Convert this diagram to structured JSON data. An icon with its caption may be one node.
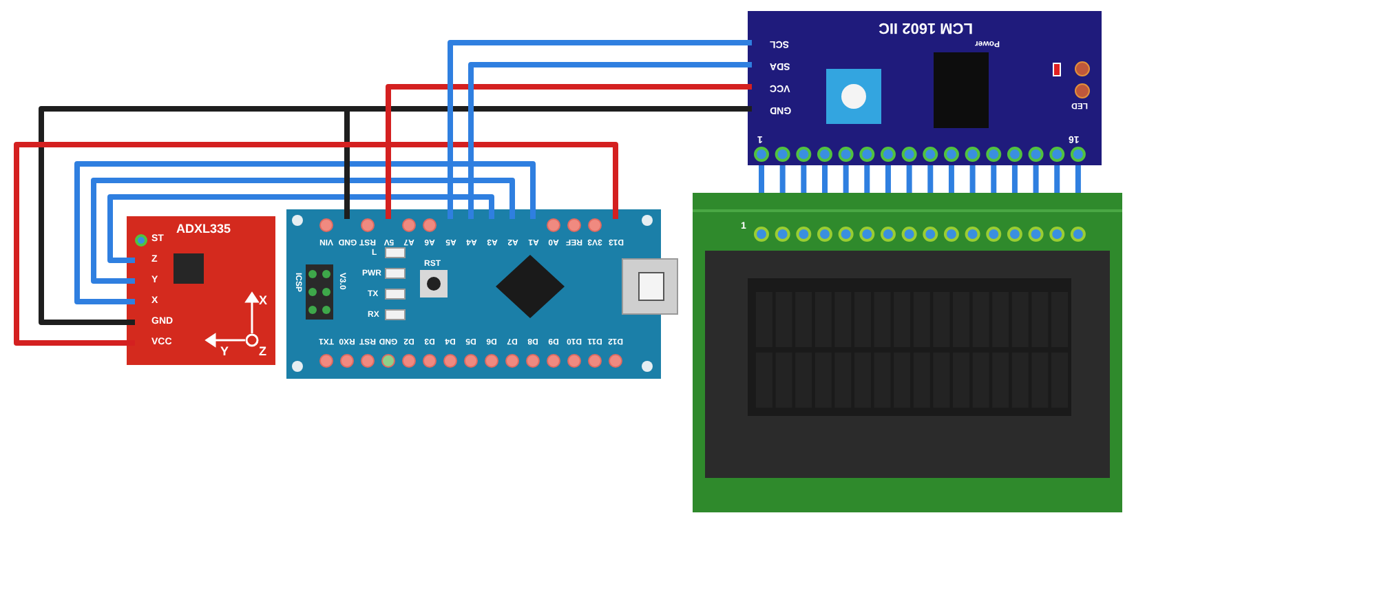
{
  "diagram": {
    "nodes": [
      {
        "text": [
          "ADXL335"
        ]
      },
      {
        "text": [
          "ST"
        ],
        "in": 0
      },
      {
        "text": [
          "Z"
        ],
        "in": 0
      },
      {
        "text": [
          "Y"
        ],
        "in": 0
      },
      {
        "text": [
          "X"
        ],
        "in": 0
      },
      {
        "text": [
          "GND"
        ],
        "in": 0
      },
      {
        "text": [
          "VCC"
        ],
        "in": 0
      },
      {
        "text": [],
        "shape": "box"
      },
      {
        "text": [
          "GND"
        ],
        "in": 7
      },
      {
        "text": [
          "5V"
        ],
        "in": 7
      },
      {
        "text": [
          "A5"
        ],
        "in": 7
      },
      {
        "text": [
          "A4"
        ],
        "in": 7
      },
      {
        "text": [
          "A3"
        ],
        "in": 7
      },
      {
        "text": [
          "A2"
        ],
        "in": 7
      },
      {
        "text": [
          "A1"
        ],
        "in": 7
      },
      {
        "text": [
          "D13"
        ],
        "in": 7
      },
      {
        "text": [
          "LCM 1602 IIC"
        ]
      },
      {
        "text": [
          "SCL"
        ],
        "in": 16
      },
      {
        "text": [
          "SDA"
        ],
        "in": 16
      },
      {
        "text": [
          "VCC"
        ],
        "in": 16
      },
      {
        "text": [
          "GND"
        ],
        "in": 16
      },
      {
        "text": [],
        "shape": "box"
      }
    ],
    "edges": [
      {
        "from": 2,
        "to": 12,
        "arrow": "none"
      },
      {
        "from": 3,
        "to": 13,
        "arrow": "none"
      },
      {
        "from": 4,
        "to": 14,
        "arrow": "none"
      },
      {
        "from": 5,
        "to": 20,
        "arrow": "none",
        "color": "#1e1e1e"
      },
      {
        "from": 8,
        "to": 20,
        "arrow": "none",
        "color": "#1e1e1e"
      },
      {
        "from": 6,
        "to": 15,
        "arrow": "none",
        "color": "#d42020"
      },
      {
        "from": 9,
        "to": 19,
        "arrow": "none",
        "color": "#d42020"
      },
      {
        "from": 10,
        "to": 17,
        "arrow": "none"
      },
      {
        "from": 11,
        "to": 18,
        "arrow": "none"
      },
      {
        "from": 16,
        "to": 21,
        "arrow": "none"
      },
      {
        "from": 16,
        "to": 21,
        "arrow": "none"
      },
      {
        "from": 16,
        "to": 21,
        "arrow": "none"
      },
      {
        "from": 16,
        "to": 21,
        "arrow": "none"
      },
      {
        "from": 16,
        "to": 21,
        "arrow": "none"
      },
      {
        "from": 16,
        "to": 21,
        "arrow": "none"
      },
      {
        "from": 16,
        "to": 21,
        "arrow": "none"
      },
      {
        "from": 16,
        "to": 21,
        "arrow": "none"
      },
      {
        "from": 16,
        "to": 21,
        "arrow": "none"
      },
      {
        "from": 16,
        "to": 21,
        "arrow": "none"
      },
      {
        "from": 16,
        "to": 21,
        "arrow": "none"
      },
      {
        "from": 16,
        "to": 21,
        "arrow": "none"
      },
      {
        "from": 16,
        "to": 21,
        "arrow": "none"
      },
      {
        "from": 16,
        "to": 21,
        "arrow": "none"
      },
      {
        "from": 16,
        "to": 21,
        "arrow": "none"
      },
      {
        "from": 16,
        "to": 21,
        "arrow": "none"
      }
    ],
    "labels": [
      "X",
      "Y",
      "Z",
      "VIN",
      "RST",
      "A7",
      "A6",
      "A0",
      "REF",
      "3V3",
      "ICSP",
      "V3.0",
      "L",
      "PWR",
      "TX",
      "RX",
      "RST",
      "TX1",
      "RX0",
      "RST",
      "GND",
      "D2",
      "D3",
      "D4",
      "D5",
      "D6",
      "D7",
      "D8",
      "D9",
      "D10",
      "D11",
      "D12",
      "Power",
      "LED",
      "1",
      "16",
      "1"
    ]
  }
}
